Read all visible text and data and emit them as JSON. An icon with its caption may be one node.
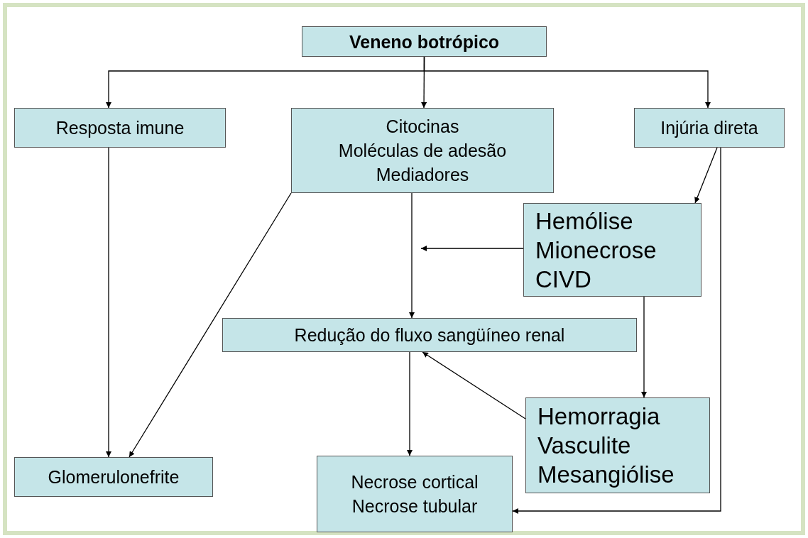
{
  "diagram": {
    "nodes": [
      {
        "text": [
          "Veneno botrópico"
        ]
      },
      {
        "text": [
          "Resposta imune"
        ]
      },
      {
        "text": [
          "Citocinas",
          "Moléculas de adesão",
          "Mediadores"
        ]
      },
      {
        "text": [
          "Injúria direta"
        ]
      },
      {
        "text": [
          "Hemólise",
          "Mionecrose",
          "CIVD"
        ]
      },
      {
        "text": [
          "Redução do fluxo sangüíneo renal"
        ]
      },
      {
        "text": [
          "Hemorragia",
          "Vasculite",
          "Mesangiólise"
        ]
      },
      {
        "text": [
          "Glomerulonefrite"
        ]
      },
      {
        "text": [
          "Necrose cortical",
          "Necrose tubular"
        ]
      }
    ],
    "edges": [
      {
        "from": 0,
        "to": 1,
        "arrow": "to"
      },
      {
        "from": 0,
        "to": 2,
        "arrow": "to"
      },
      {
        "from": 0,
        "to": 3,
        "arrow": "to"
      },
      {
        "from": 1,
        "to": 7,
        "arrow": "to"
      },
      {
        "from": 2,
        "to": 7,
        "arrow": "to"
      },
      {
        "from": 3,
        "to": 4,
        "arrow": "to"
      },
      {
        "from": 3,
        "to": 8,
        "arrow": "to"
      },
      {
        "from": 2,
        "to": 5,
        "arrow": "to"
      },
      {
        "from": 4,
        "to": null,
        "arrow": "to"
      },
      {
        "from": 4,
        "to": 6,
        "arrow": "to"
      },
      {
        "from": 6,
        "to": 5,
        "arrow": "to"
      },
      {
        "from": 5,
        "to": 8,
        "arrow": "to"
      }
    ]
  }
}
